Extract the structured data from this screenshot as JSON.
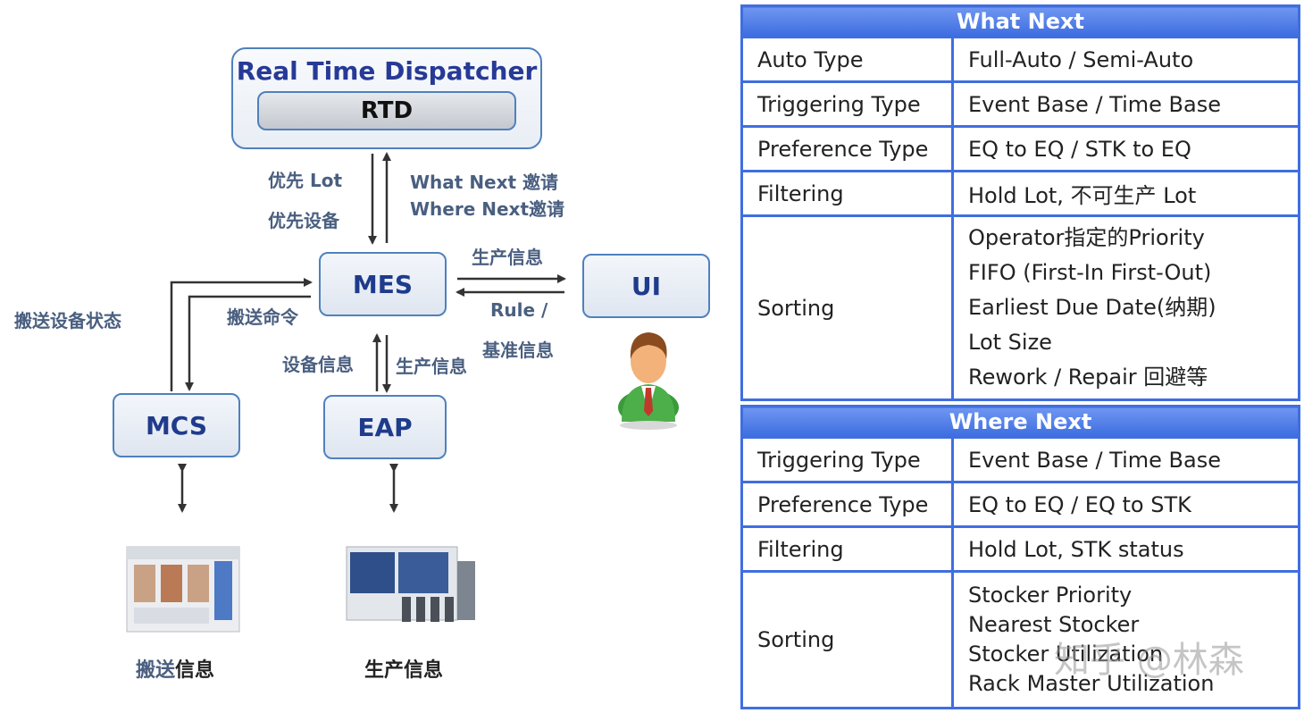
{
  "diagram": {
    "rtd_title": "Real Time Dispatcher",
    "rtd_inner": "RTD",
    "mes": "MES",
    "ui": "UI",
    "mcs": "MCS",
    "eap": "EAP",
    "lbl_priority_lot": "优先 Lot",
    "lbl_priority_eq": "优先设备",
    "lbl_what_next_req": "What Next 邀请",
    "lbl_where_next_req": "Where Next邀请",
    "lbl_prod_info_ui": "生产信息",
    "lbl_rule": "Rule /",
    "lbl_base_info": "基准信息",
    "lbl_transport_status": "搬送设备状态",
    "lbl_transport_cmd": "搬送命令",
    "lbl_eq_info": "设备信息",
    "lbl_prod_info_eap": "生产信息",
    "cap_transport_a": "搬送",
    "cap_transport_b": "信息",
    "cap_production": "生产信息"
  },
  "what_next": {
    "header": "What Next",
    "rows": [
      {
        "key": "Auto Type",
        "value": "Full-Auto / Semi-Auto"
      },
      {
        "key": "Triggering Type",
        "value": "Event Base / Time Base"
      },
      {
        "key": "Preference Type",
        "value": "EQ to EQ / STK to EQ"
      },
      {
        "key": "Filtering",
        "value": "Hold Lot, 不可生产 Lot"
      }
    ],
    "sorting_key": "Sorting",
    "sorting_values": [
      "Operator指定的Priority",
      "FIFO (First-In First-Out)",
      "Earliest Due Date(纳期)",
      "Lot Size",
      "Rework / Repair 回避等"
    ]
  },
  "where_next": {
    "header": "Where Next",
    "rows": [
      {
        "key": "Triggering Type",
        "value": "Event Base / Time Base"
      },
      {
        "key": "Preference Type",
        "value": "EQ to EQ / EQ to STK"
      },
      {
        "key": "Filtering",
        "value": "Hold Lot, STK status"
      }
    ],
    "sorting_key": "Sorting",
    "sorting_values": [
      "Stocker Priority",
      "Nearest Stocker",
      "Stocker Utilization",
      "Rack Master Utilization"
    ]
  },
  "watermark": "知乎 @林森",
  "colors": {
    "accent": "#3f6ee0",
    "node_border": "#4f81bd",
    "node_text": "#1f3b8c",
    "label_text": "#4a5f80"
  }
}
